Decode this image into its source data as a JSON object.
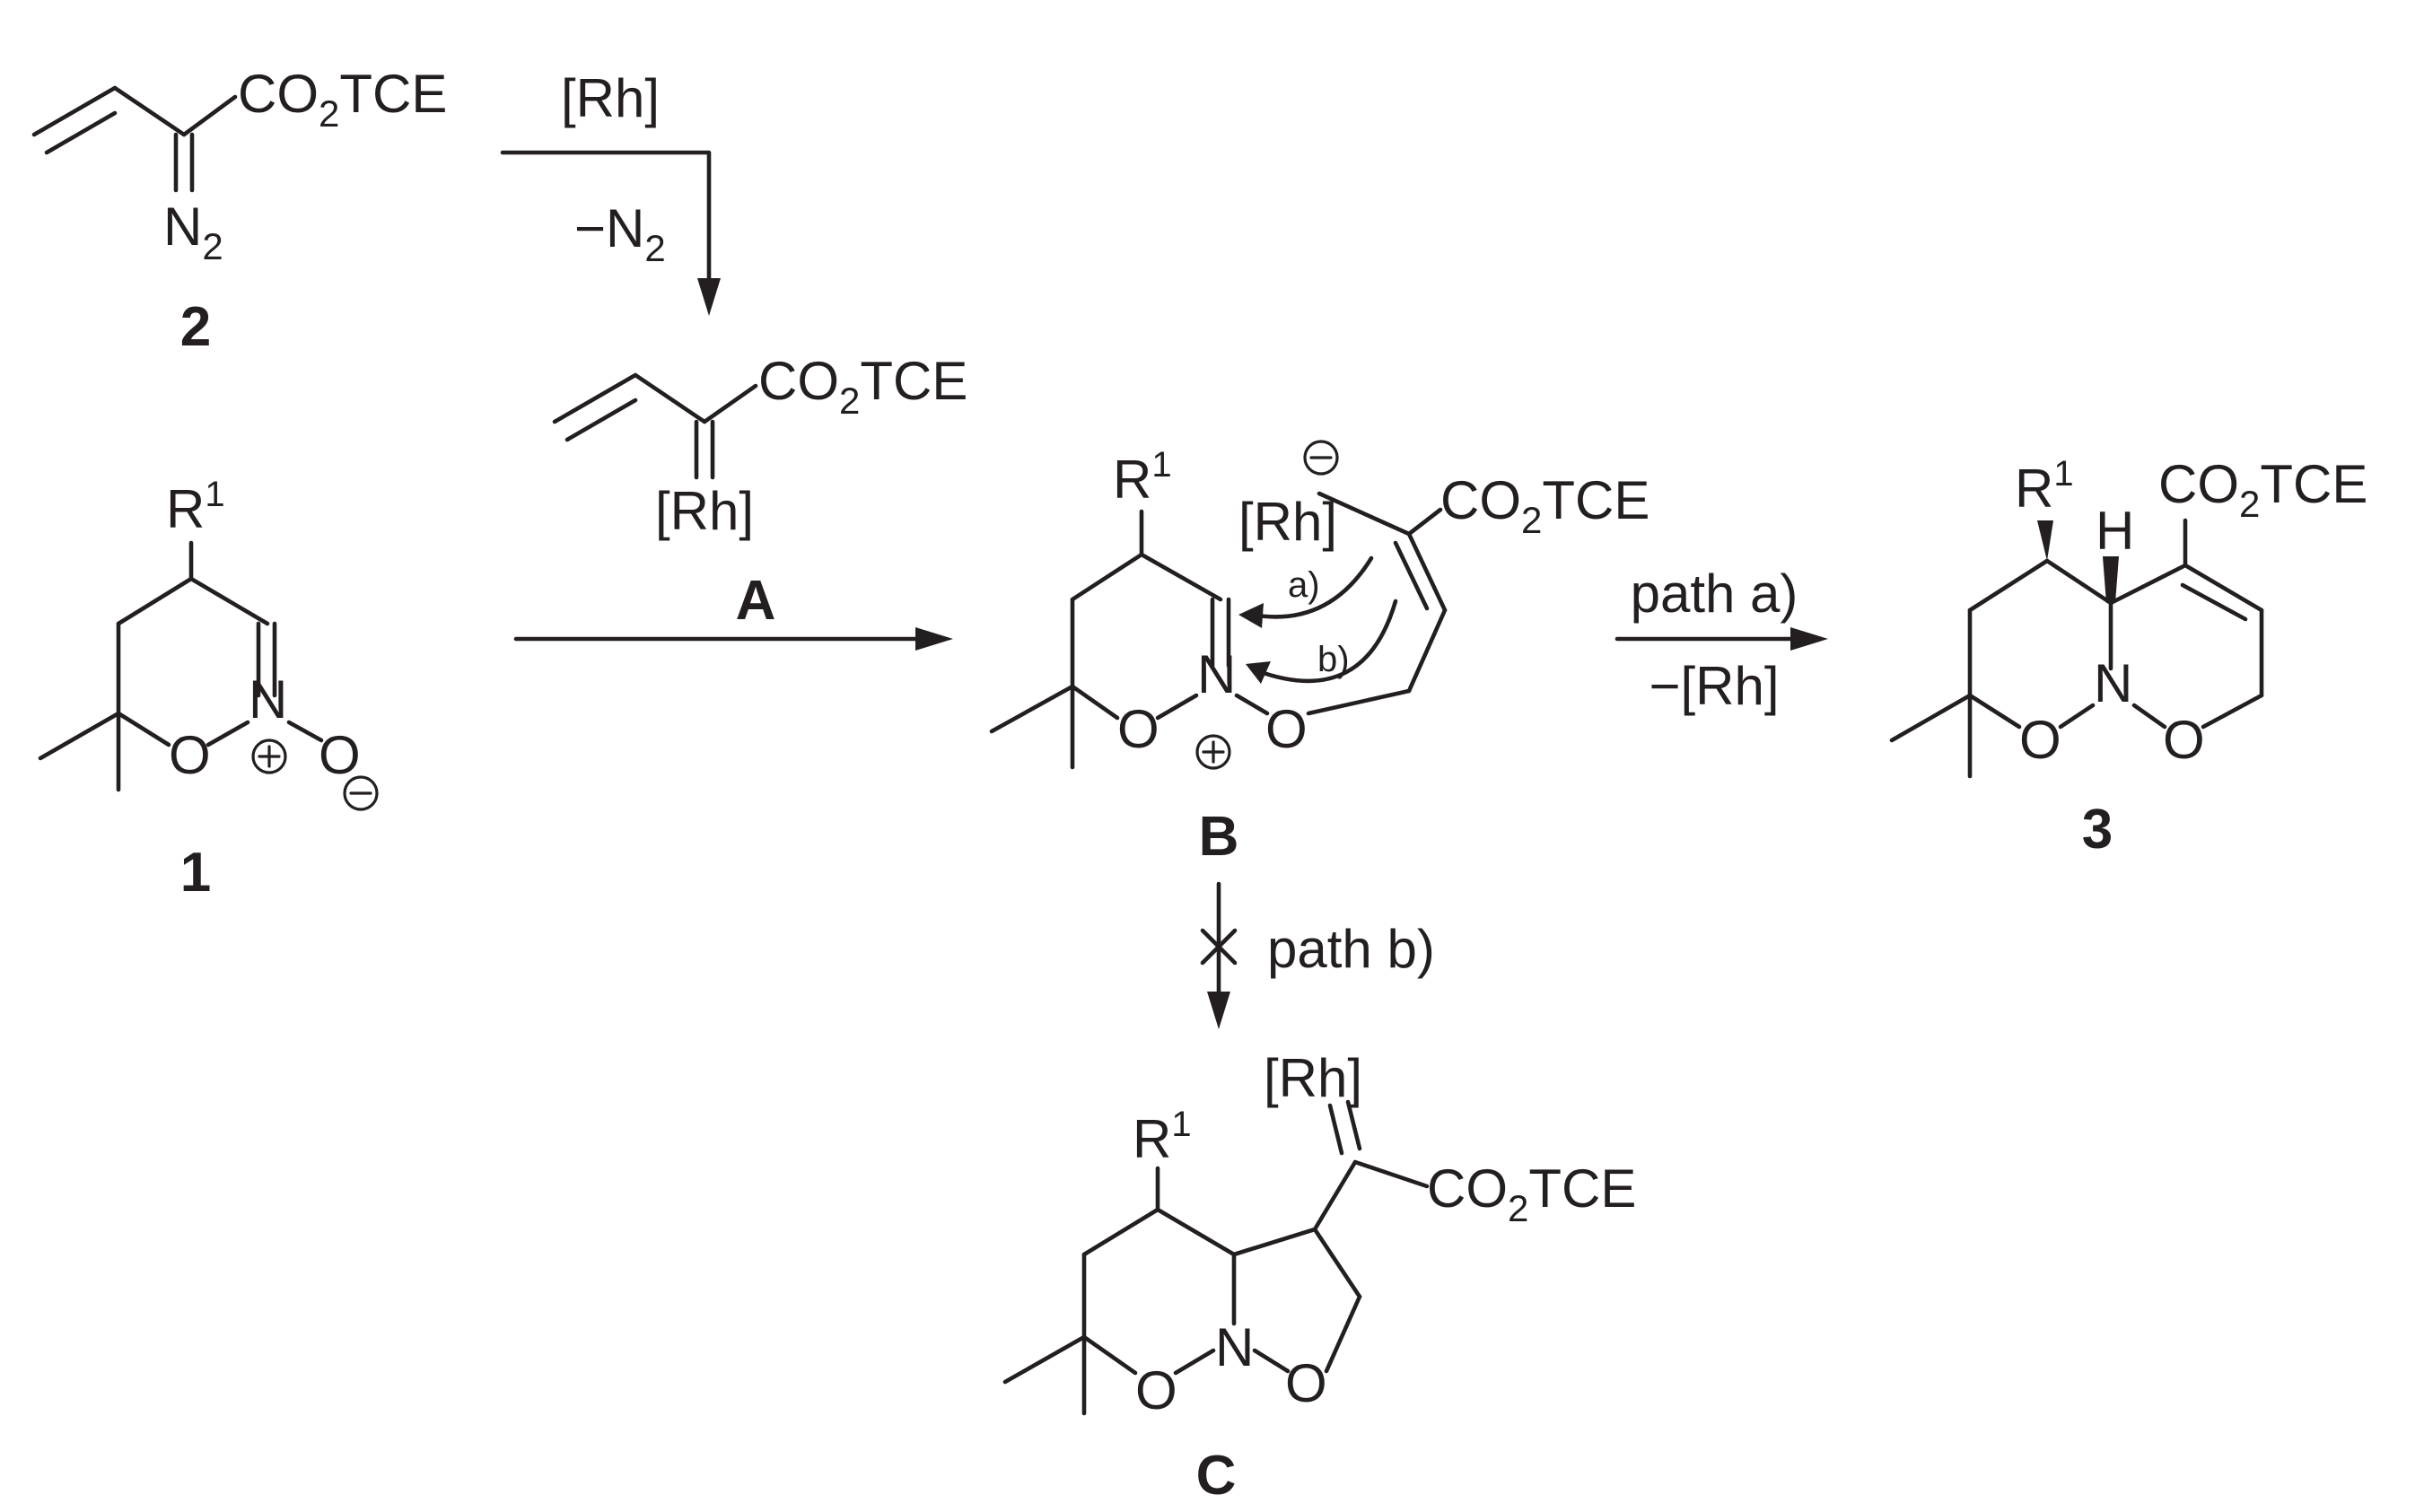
{
  "reagents": {
    "rh": "[Rh]",
    "minus_n2": "−N",
    "n2_sub": "2"
  },
  "atoms": {
    "co2": "CO",
    "sub2": "2",
    "tce": "TCE",
    "n": "N",
    "o": "O",
    "r": "R",
    "sup1": "1",
    "h": "H",
    "rh": "[Rh]"
  },
  "labels": {
    "c2": "2",
    "c1": "1",
    "cA": "A",
    "cB": "B",
    "c3": "3",
    "cC": "C"
  },
  "arrows": {
    "path_a": "path a)",
    "minus_rh": "−[Rh]",
    "path_b": "path b)",
    "arrow_a": "a)",
    "arrow_b": "b)"
  }
}
